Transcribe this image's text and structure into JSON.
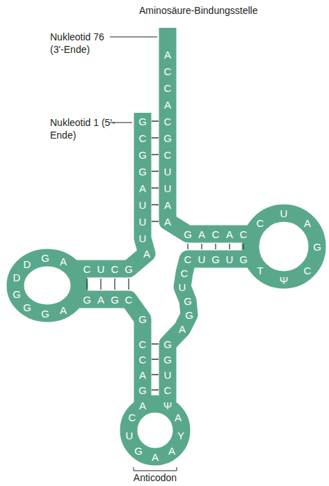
{
  "diagram": {
    "labels": [
      "Aminosäure-Bindungsstelle",
      "Nukleotid 76 (3'-Ende)",
      "Nukleotid 1 (5'-Ende)",
      "G",
      "C",
      "G",
      "G",
      "A",
      "U",
      "U",
      "U",
      "A",
      "G",
      "C",
      "U",
      "C",
      "A",
      "G",
      "D",
      "D",
      "G",
      "G",
      "G",
      "A",
      "G",
      "A",
      "G",
      "C",
      "G",
      "C",
      "C",
      "A",
      "G",
      "A",
      "C",
      "U",
      "G",
      "A",
      "A",
      "Y",
      "A",
      "Ψ",
      "C",
      "U",
      "G",
      "G",
      "A",
      "G",
      "G",
      "U",
      "C",
      "C",
      "U",
      "G",
      "U",
      "G",
      "T",
      "Ψ",
      "C",
      "G",
      "A",
      "U",
      "C",
      "C",
      "A",
      "C",
      "A",
      "G",
      "A",
      "A",
      "U",
      "U",
      "C",
      "G",
      "C",
      "A",
      "C",
      "C",
      "A",
      "Anticodon"
    ]
  }
}
